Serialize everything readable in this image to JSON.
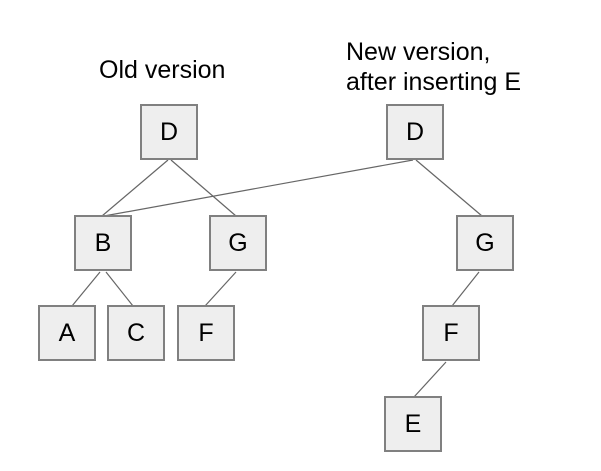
{
  "diagram": {
    "titles": {
      "old": "Old version",
      "new": "New version,\nafter inserting E"
    },
    "nodes": [
      {
        "id": "old-d",
        "label": "D",
        "tree": "old"
      },
      {
        "id": "old-b",
        "label": "B",
        "tree": "old"
      },
      {
        "id": "old-g",
        "label": "G",
        "tree": "old"
      },
      {
        "id": "old-a",
        "label": "A",
        "tree": "old"
      },
      {
        "id": "old-c",
        "label": "C",
        "tree": "old"
      },
      {
        "id": "old-f",
        "label": "F",
        "tree": "old"
      },
      {
        "id": "new-d",
        "label": "D",
        "tree": "new"
      },
      {
        "id": "new-g",
        "label": "G",
        "tree": "new"
      },
      {
        "id": "new-f",
        "label": "F",
        "tree": "new"
      },
      {
        "id": "new-e",
        "label": "E",
        "tree": "new"
      }
    ],
    "edges": [
      {
        "from": "old-d",
        "to": "old-b"
      },
      {
        "from": "old-d",
        "to": "old-g"
      },
      {
        "from": "old-b",
        "to": "old-a"
      },
      {
        "from": "old-b",
        "to": "old-c"
      },
      {
        "from": "old-g",
        "to": "old-f"
      },
      {
        "from": "new-d",
        "to": "old-b"
      },
      {
        "from": "new-d",
        "to": "new-g"
      },
      {
        "from": "new-g",
        "to": "new-f"
      },
      {
        "from": "new-f",
        "to": "new-e"
      }
    ],
    "colors": {
      "node_fill": "#eeeeee",
      "node_border": "#808080",
      "edge_line": "#666666",
      "text": "#000000",
      "background": "#ffffff"
    }
  }
}
